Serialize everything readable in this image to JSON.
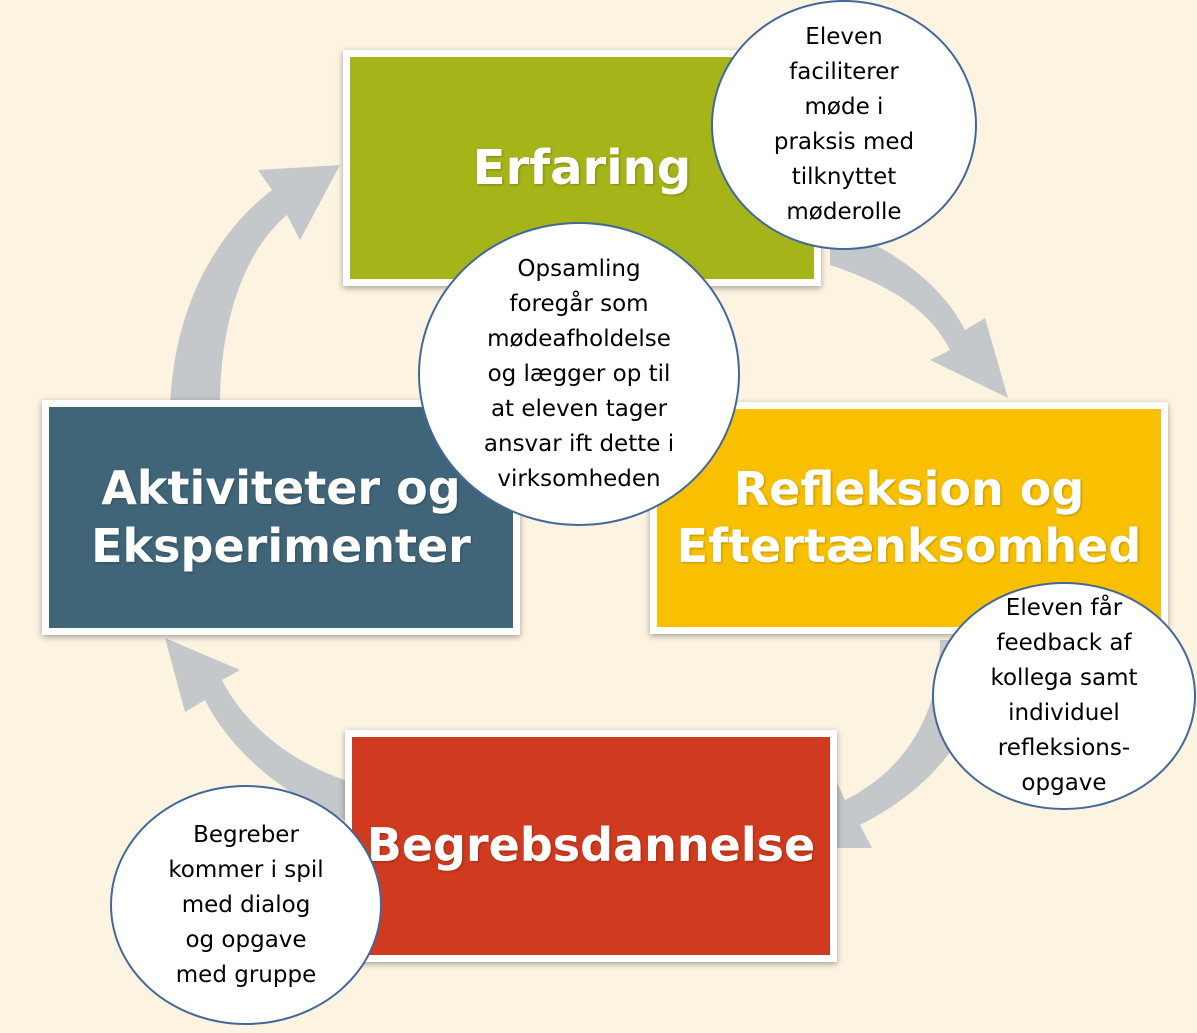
{
  "colors": {
    "background": "#fdf3e1",
    "arrow": "#c5c8ca",
    "erfaring": "#a5b418",
    "refleksion": "#f8c000",
    "aktiviteter": "#406578",
    "begrebsdannelse": "#d03a1e",
    "bubble_border": "#44679a"
  },
  "stages": {
    "erfaring": "Erfaring",
    "refleksion": "Refleksion og\nEftertænksomhed",
    "aktiviteter": "Aktiviteter og\nEksperimenter",
    "begrebsdannelse": "Begrebsdannelse"
  },
  "bubbles": {
    "top": "Eleven\nfaciliterer\nmøde i\npraksis med\ntilknyttet\nmøderolle",
    "center": "Opsamling\nforegår som\nmødeafholdelse\nog lægger op til\nat eleven tager\nansvar ift dette i\nvirksomheden",
    "right": "Eleven får\nfeedback af\nkollega samt\nindividuel\nrefleksions-\nopgave",
    "bottom": "Begreber\nkommer i spil\nmed dialog\nog opgave\nmed gruppe"
  }
}
